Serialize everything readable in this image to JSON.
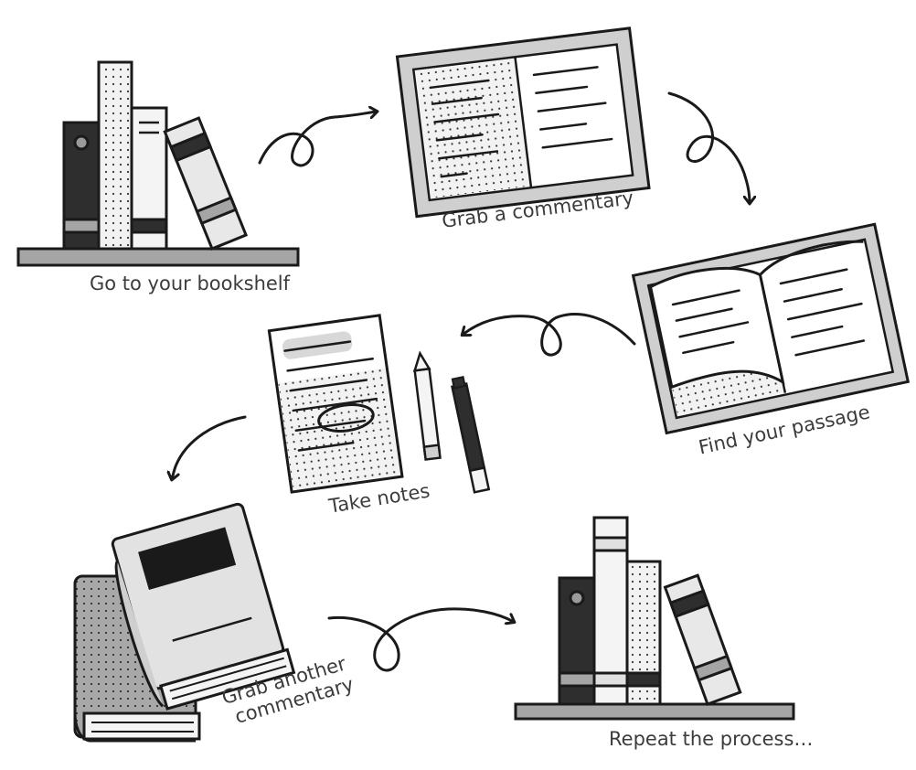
{
  "steps": [
    {
      "id": "bookshelf",
      "label": "Go to your bookshelf"
    },
    {
      "id": "commentary",
      "label": "Grab a commentary"
    },
    {
      "id": "passage",
      "label": "Find your passage"
    },
    {
      "id": "notes",
      "label": "Take notes"
    },
    {
      "id": "another",
      "label_line1": "Grab another",
      "label_line2": "commentary"
    },
    {
      "id": "repeat",
      "label": "Repeat the process…"
    }
  ],
  "colors": {
    "ink": "#1a1a1a",
    "dark": "#2e2e2e",
    "light": "#e8e8e8",
    "mid": "#a5a5a5",
    "text": "#3c3c3c"
  }
}
